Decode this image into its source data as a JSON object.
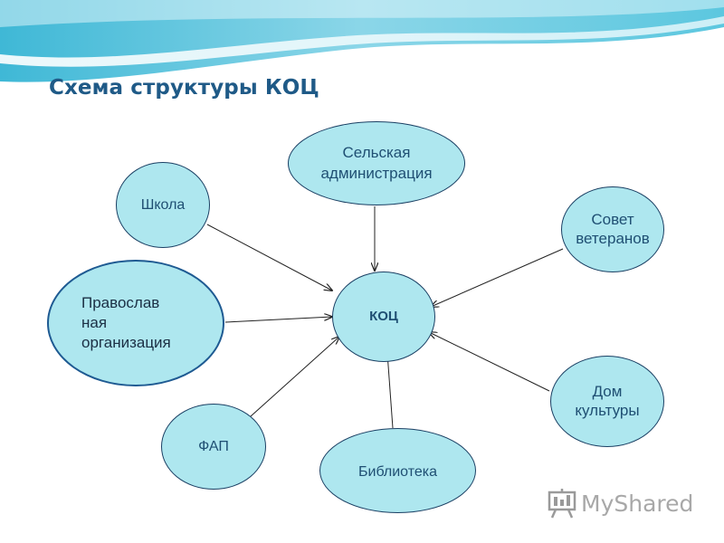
{
  "title": "Схема структуры КОЦ",
  "center": {
    "label": "КОЦ"
  },
  "nodes": {
    "admin": "Сельская\nадминистрация",
    "school": "Школа",
    "veterans": "Совет\nветеранов",
    "church": "Православ\nная\nорганизация",
    "culture": "Дом\nкультуры",
    "fap": "ФАП",
    "library": "Библиотека"
  },
  "watermark": {
    "text": "MyShared"
  },
  "colors": {
    "node_fill": "#aee7ef",
    "node_border": "#1a3f63",
    "title": "#1f5a87",
    "arrow": "#222222"
  }
}
